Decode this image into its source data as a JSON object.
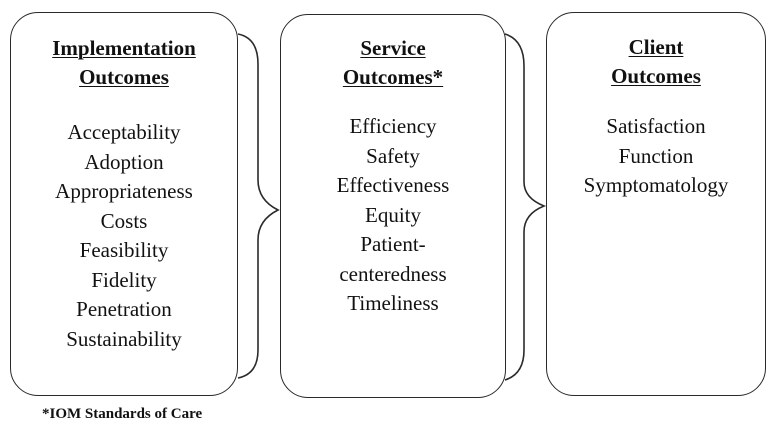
{
  "columns": [
    {
      "title_line1": "Implementation",
      "title_line2": "Outcomes",
      "items": [
        "Acceptability",
        "Adoption",
        "Appropriateness",
        "Costs",
        "Feasibility",
        "Fidelity",
        "Penetration",
        "Sustainability"
      ]
    },
    {
      "title_line1": "Service",
      "title_line2": "Outcomes*",
      "items": [
        "Efficiency",
        "Safety",
        "Effectiveness",
        "Equity",
        "Patient-",
        "centeredness",
        "Timeliness"
      ]
    },
    {
      "title_line1": "Client",
      "title_line2": "Outcomes",
      "items": [
        "Satisfaction",
        "Function",
        "Symptomatology"
      ]
    }
  ],
  "footnote": "*IOM Standards of Care",
  "colors": {
    "line": "#2a2a2a",
    "text": "#111111",
    "background": "#ffffff"
  }
}
